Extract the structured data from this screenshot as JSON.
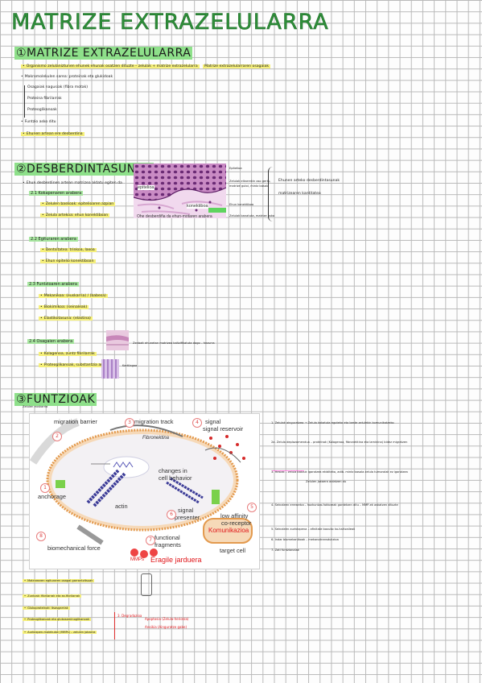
{
  "title": "MATRIZE EXTRAZELULARRA",
  "s1": {
    "heading": "①MATRIZE EXTRAZELULARRA",
    "lines": [
      "Organismo zelulaniztunen ehunek ehunak osatzen dituzte – zelulak + matrize extrazelularra",
      "Makromolekulen sarea: proteinak eta glukidoak",
      "Osagaiak nagusiak (fibra motak)",
      "Proteina fibrilarrak",
      "Proteoglikanoak",
      "Funtzio asko ditu",
      "Ehunen artean ere desberdina"
    ],
    "highlight_note": "Matrize extrazelularraren osagaiak"
  },
  "s2": {
    "heading": "②DESBERDINTASUNAK",
    "intro": "Ehun desberdinen artean matrizea aldatu egiten da",
    "items": [
      {
        "label": "2.1 Kokapenaren arabera",
        "lines": [
          "Zelulen baskoak: epitelioaren azpian",
          "Zelula artekoa: ehun konektiboan"
        ]
      },
      {
        "label": "2.2 Egituraren arabera",
        "lines": [
          "Dentsitatea: trinkoa, laxoa",
          "Ehun epitelio konektiboan"
        ]
      },
      {
        "label": "2.3 Funtzioaren arabera",
        "lines": [
          "Mekanikoa: (euskarria) / (babesa)",
          "Biokimikoa: (seinaleak)",
          "Elastikotasuna: (elastina)"
        ]
      },
      {
        "label": "2.4 Osagaien arabera",
        "lines": [
          "Kolagenoa, zuntz fibrilarrak",
          "Proteoglikanoak, substantzia amorfoa"
        ]
      }
    ],
    "photo_labels": {
      "epitelio": "epitelioa",
      "konek": "konektiboa",
      "caption": "Ohe desberdiña da ehun-motaren arabera"
    },
    "side_notes": [
      "Epitelioa",
      "Zelulak elkarrekin oso gertu,",
      "matrize gutxi, mintz basala",
      "Ehun konektiboa",
      "Zelulak banatuta, matrize asko"
    ],
    "brace_notes": [
      "Ehunen arteko desberdintasunak",
      "matrizearen kantitatea"
    ],
    "small_notes": [
      "Zenbait ehunetan matrizea kaltzifikatuta dago – hezurra",
      "Kartilagoa"
    ]
  },
  "s3": {
    "heading": "③FUNTZIOAK",
    "subheading": "Zelulen euskarria",
    "figure": {
      "labels": {
        "migration_barrier": "migration barrier",
        "migration_track": "migration track",
        "signal_reservoir": "signal reservoir",
        "anchorage": "anchorage",
        "changes": "changes in",
        "cell_behavior": "cell behavior",
        "actin": "actin",
        "signal_presenter": "signal",
        "presenter": "presenter",
        "low_affinity": "low affinity",
        "co_receptor": "co-receptor",
        "biomech": "biomechanical force",
        "functional": "functional",
        "fragments": "fragments",
        "target_cell": "target cell",
        "mmps": "MMPs",
        "fibronektina": "Fibronektina",
        "komunikazioa": "Komunikazioa",
        "eragile": "Eragile jarduera"
      },
      "numbers": [
        "1",
        "2",
        "3",
        "4",
        "5",
        "6",
        "7",
        "8"
      ]
    },
    "right_notes": [
      "1. Zelulak ainguratzea → Zelula kokatuta egoteko eta beste zelulekin komunikatzeko",
      "2a. Zelula deplazamendua – proteinak (Kolagenoa, fibronektina eta laminina) bidez migratzen",
      "3. Hesiak – zelula batzuk igarotzea ekiditeko, adib. mintz basala zelula tumoralak ez igarotzea",
      "4. Seinaleen erreserba – hazkuntza-faktoreak gordetzen ditu – MMP-ek askatzen dituzte",
      "5. Seinaleen aurkezpena – afinitate baxuko ko-hartzaileak",
      "6. Indar biomekanikoak – mekanotransdukzioa",
      "7. Zati funtzionalak",
      "Zelulen jokaera aldatzen du"
    ],
    "bottom_notes": [
      "Matrizearen egituraren osagai garrantzitsuak",
      "Zuntzak: fibrilarrak eta ez-fibrilarrak",
      "Glukoproteinak: itsasgarriak",
      "Proteoglikanoak eta glukosaminoglikanoak",
      "Aurkezpen-molekulak (MMPs) – zelulen jokaera"
    ],
    "bottom_red": [
      "3. Degradazioa",
      "Apoptosia (Zelula-heriotza)",
      "Anoikia (Ainguratze gabe)"
    ]
  }
}
